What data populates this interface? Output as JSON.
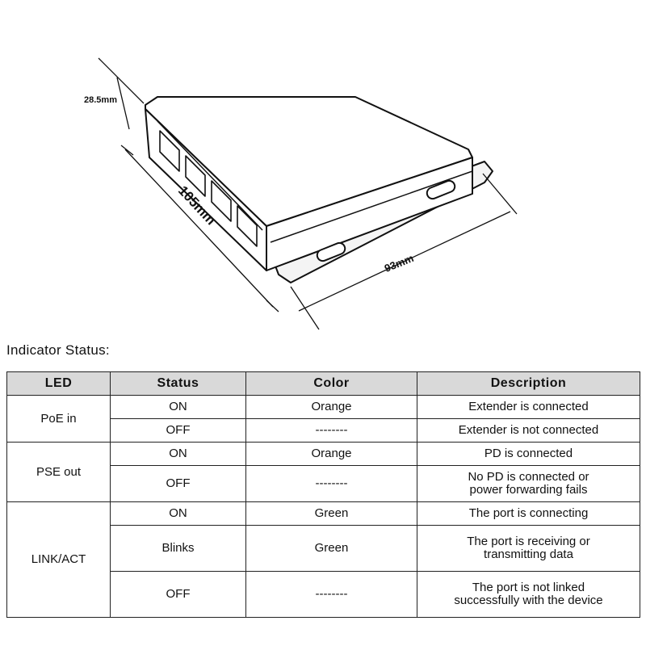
{
  "drawing": {
    "dim_height": "28.5mm",
    "dim_length": "105mm",
    "dim_width": "93mm"
  },
  "section_title": "Indicator Status:",
  "table": {
    "headers": [
      "LED",
      "Status",
      "Color",
      "Description"
    ],
    "groups": [
      {
        "led": "PoE in",
        "rows": [
          {
            "status": "ON",
            "color": "Orange",
            "description": [
              "Extender is connected"
            ]
          },
          {
            "status": "OFF",
            "color": "--------",
            "description": [
              "Extender is not connected"
            ]
          }
        ]
      },
      {
        "led": "PSE out",
        "rows": [
          {
            "status": "ON",
            "color": "Orange",
            "description": [
              "PD is connected"
            ]
          },
          {
            "status": "OFF",
            "color": "--------",
            "description": [
              "No PD is connected or",
              "power forwarding fails"
            ]
          }
        ]
      },
      {
        "led": "LINK/ACT",
        "rows": [
          {
            "status": "ON",
            "color": "Green",
            "description": [
              "The port is connecting"
            ]
          },
          {
            "status": "Blinks",
            "color": "Green",
            "description": [
              "The port is receiving or",
              "transmitting data"
            ]
          },
          {
            "status": "OFF",
            "color": "--------",
            "description": [
              "The port is not linked",
              "successfully with the device"
            ]
          }
        ]
      }
    ]
  }
}
